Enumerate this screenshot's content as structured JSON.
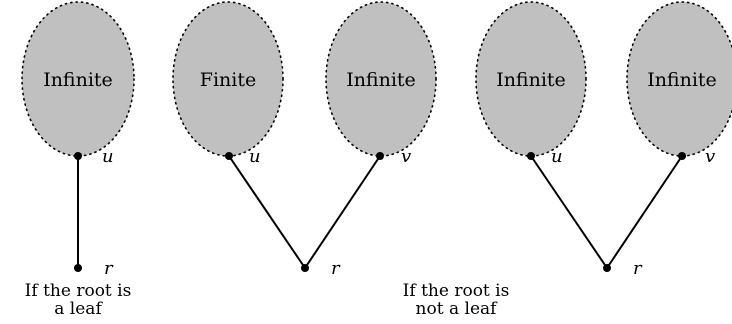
{
  "diagrams": [
    {
      "id": "root-is-leaf",
      "subtrees": [
        {
          "label": "Infinite",
          "vertex": "u"
        }
      ],
      "root": "r",
      "caption_line1": "If the root is",
      "caption_line2": "a leaf"
    },
    {
      "id": "root-not-leaf-finite",
      "subtrees": [
        {
          "label": "Finite",
          "vertex": "u"
        },
        {
          "label": "Infinite",
          "vertex": "v"
        }
      ],
      "root": "r"
    },
    {
      "id": "root-not-leaf-infinite",
      "subtrees": [
        {
          "label": "Infinite",
          "vertex": "u"
        },
        {
          "label": "Infinite",
          "vertex": "v"
        }
      ],
      "root": "r"
    }
  ],
  "captions": {
    "not_leaf_line1": "If the root is",
    "not_leaf_line2": "not a leaf"
  },
  "colors": {
    "blob_fill": "#c0c0c0",
    "ink": "#000000"
  }
}
